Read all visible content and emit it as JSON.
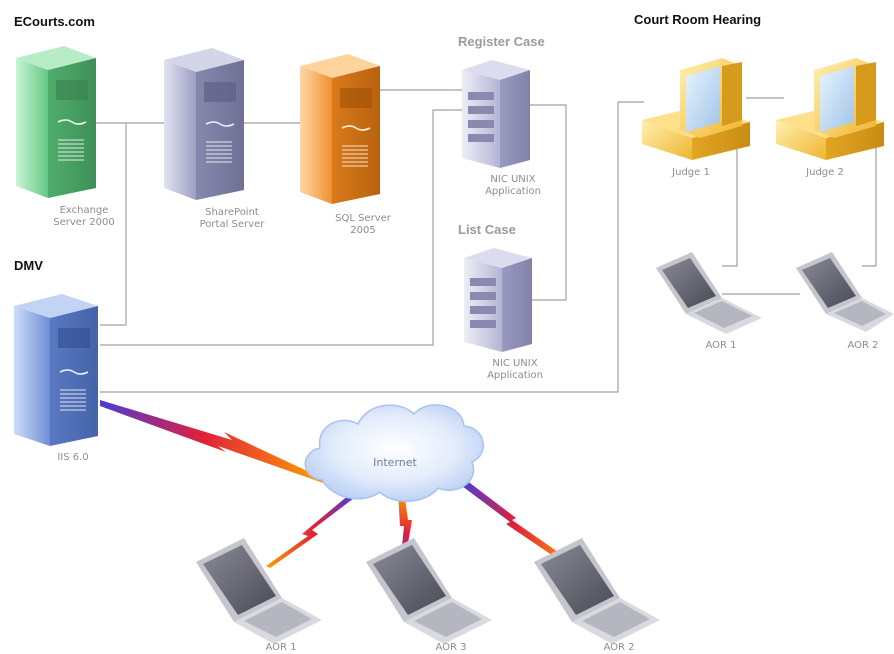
{
  "headers": {
    "ecourts": "ECourts.com",
    "dmv": "DMV",
    "register_case": "Register Case",
    "list_case": "List Case",
    "court_room": "Court Room Hearing"
  },
  "labels": {
    "exchange": [
      "Exchange",
      "Server 2000"
    ],
    "sharepoint": [
      "SharePoint",
      "Portal Server"
    ],
    "sql": [
      "SQL Server",
      "2005"
    ],
    "nic_register": [
      "NIC UNIX",
      "Application"
    ],
    "nic_list": [
      "NIC UNIX",
      "Application"
    ],
    "judge1": "Judge 1",
    "judge2": "Judge 2",
    "aor_court_1": "AOR 1",
    "aor_court_2": "AOR 2",
    "iis": "IIS 6.0",
    "internet": "Internet",
    "aor_remote_1": "AOR 1",
    "aor_remote_2": "AOR 2",
    "aor_remote_3": "AOR 3"
  },
  "colors": {
    "exchange_server": "#7ed89a",
    "sharepoint_server": "#a4a6c8",
    "sql_server": "#f6a24a",
    "unix_server": "#b8b8d6",
    "iis_server": "#7f9fdc",
    "desktop": "#f4c34a",
    "laptop": "#a8a8b2",
    "cloud": "#d2e2fb",
    "lightning_start": "#4b3bd8",
    "lightning_end": "#ff8a00",
    "connector": "#a0a0a4"
  },
  "icons": {
    "exchange": "server-tower-icon",
    "sharepoint": "server-tower-icon",
    "sql": "server-tower-icon",
    "nic_register": "server-tower-icon",
    "nic_list": "server-tower-icon",
    "iis": "server-tower-icon",
    "judge": "desktop-computer-icon",
    "aor": "laptop-icon",
    "internet": "cloud-icon",
    "link": "lightning-link-icon"
  }
}
